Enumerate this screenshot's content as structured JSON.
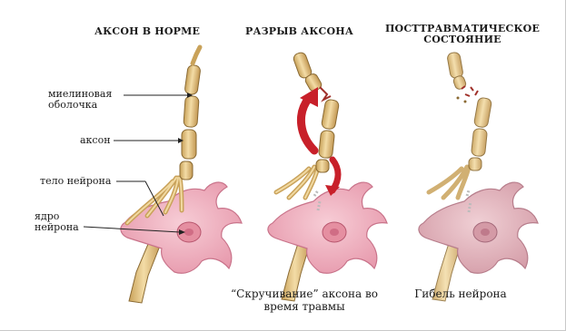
{
  "titles": {
    "normal": "АКСОН В НОРМЕ",
    "rupture": "РАЗРЫВ АКСОНА",
    "post_line1": "ПОСТТРАВМАТИЧЕСКОЕ",
    "post_line2": "СОСТОЯНИЕ"
  },
  "labels": {
    "myelin_line1": "миелиновая",
    "myelin_line2": "оболочка",
    "axon": "аксон",
    "neuron_body": "тело нейрона",
    "nucleus_line1": "ядро",
    "nucleus_line2": "нейрона"
  },
  "captions": {
    "twisting_line1": "“Скручивание” аксона во",
    "twisting_line2": "время травмы",
    "death": "Гибель нейрона"
  },
  "colors": {
    "myelin": "#e8c98a",
    "myelin_outline": "#8a6a33",
    "axon": "#d9b777",
    "soma": "#f2b3c0",
    "soma_outline": "#c9738a",
    "nucleus": "#e58fa1",
    "arrow": "#c8202a",
    "damage": "#a0302a",
    "leader": "#222222"
  }
}
